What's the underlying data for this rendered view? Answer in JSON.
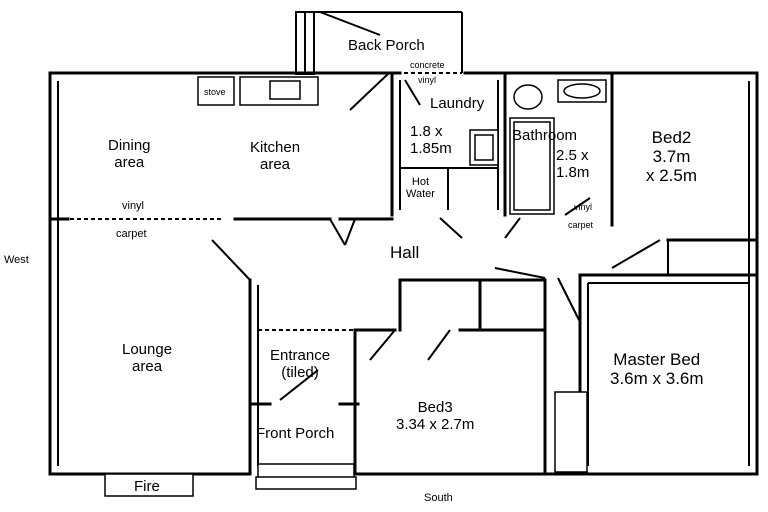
{
  "plan": {
    "rooms": {
      "back_porch": "Back Porch",
      "concrete": "concrete",
      "vinyl_backporch": "vinyl",
      "laundry": "Laundry",
      "laundry_dims": "1.8 x\n1.85m",
      "bathroom": "Bathroom",
      "bathroom_dims": "2.5 x\n1.8m",
      "vinyl_bath": "vinyl",
      "carpet_bath": "carpet",
      "bed2": "Bed2\n3.7m\nx 2.5m",
      "dining": "Dining\narea",
      "kitchen": "Kitchen\narea",
      "stove": "stove",
      "vinyl_dining": "vinyl",
      "carpet_dining": "carpet",
      "hot_water": "Hot\nWater",
      "hall": "Hall",
      "lounge": "Lounge\narea",
      "entrance": "Entrance\n(tiled)",
      "front_porch": "Front Porch",
      "bed3": "Bed3\n3.34 x 2.7m",
      "master_bed": "Master Bed\n3.6m x 3.6m",
      "fire": "Fire"
    },
    "compass": {
      "west": "West",
      "south": "South"
    }
  }
}
